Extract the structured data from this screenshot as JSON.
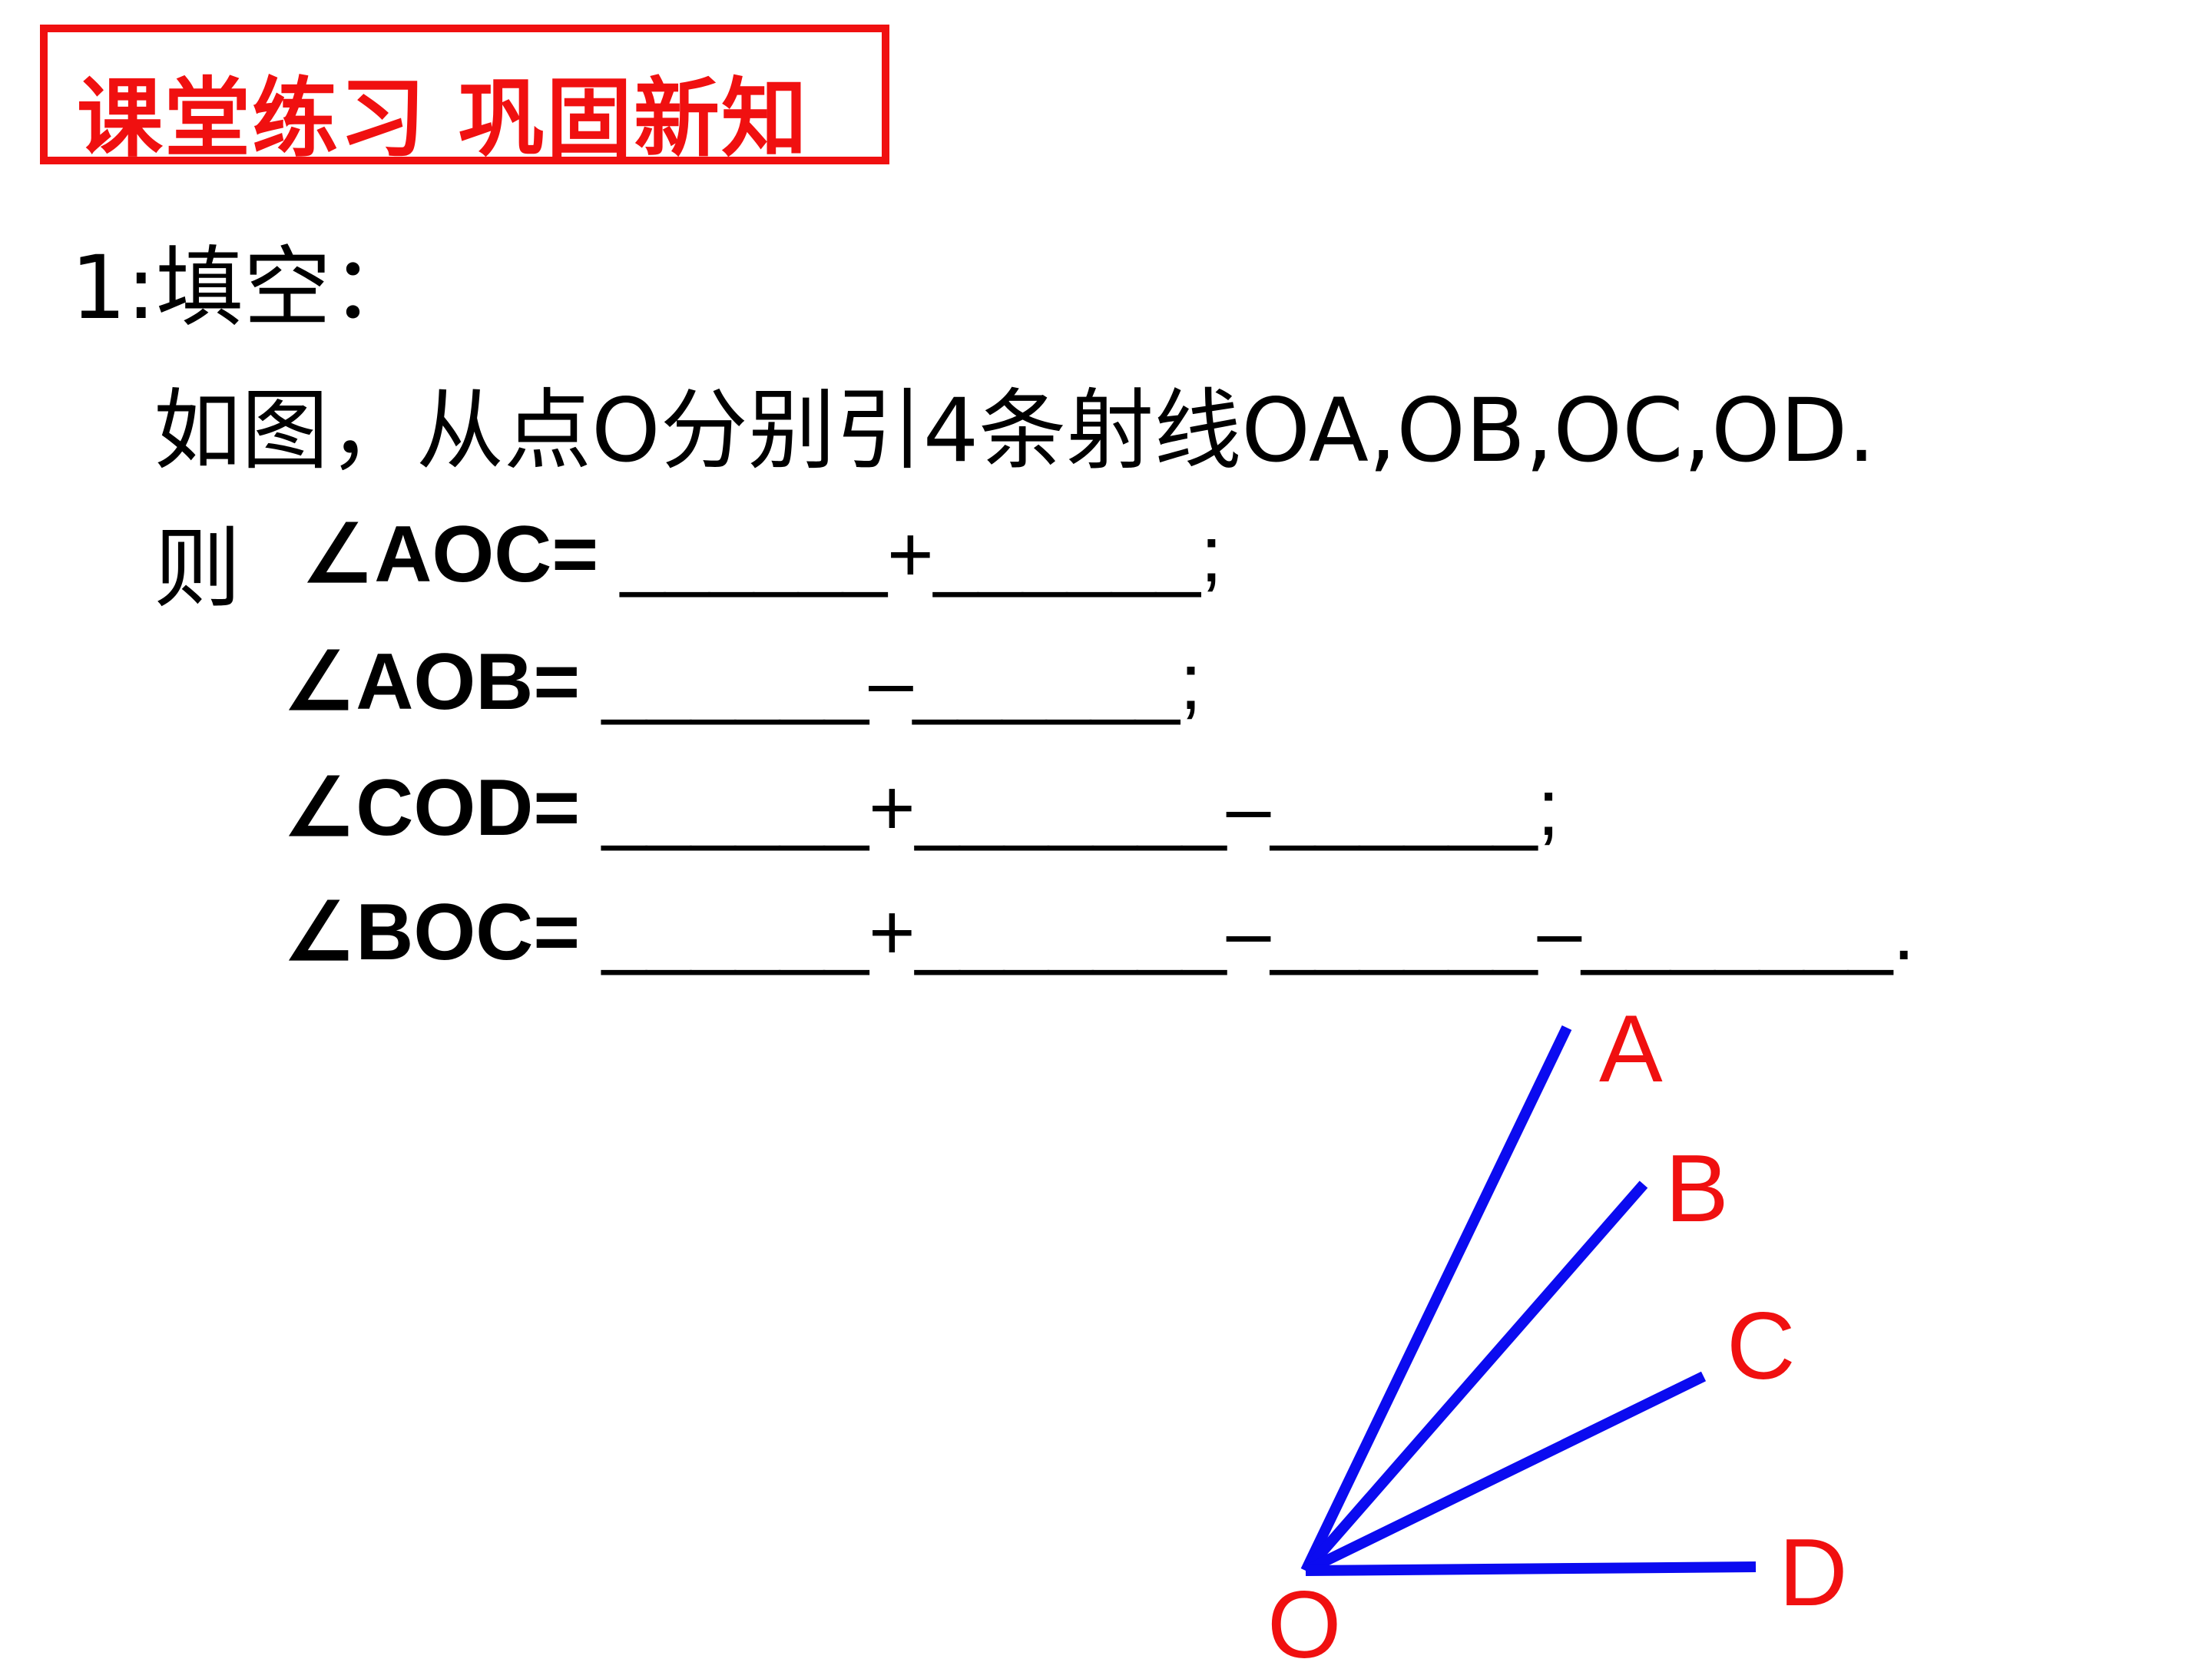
{
  "title": "课堂练习  巩固新知",
  "question": {
    "label": "1:填空：",
    "description": "如图，从点O分别引4条射线OA,OB,OC,OD.",
    "then": "则",
    "equations": [
      {
        "lhs": "∠AOC= ",
        "rhs": "______+______;"
      },
      {
        "lhs": "∠AOB= ",
        "rhs": "______–______;"
      },
      {
        "lhs": "∠COD= ",
        "rhs": "______+_______–______;"
      },
      {
        "lhs": "∠BOC= ",
        "rhs": "______+_______–______–_______."
      }
    ]
  },
  "diagram": {
    "ray_color": "#0b0bf0",
    "label_color": "#f01010",
    "labels": {
      "a": "A",
      "b": "B",
      "c": "C",
      "d": "D",
      "o": "O"
    }
  }
}
